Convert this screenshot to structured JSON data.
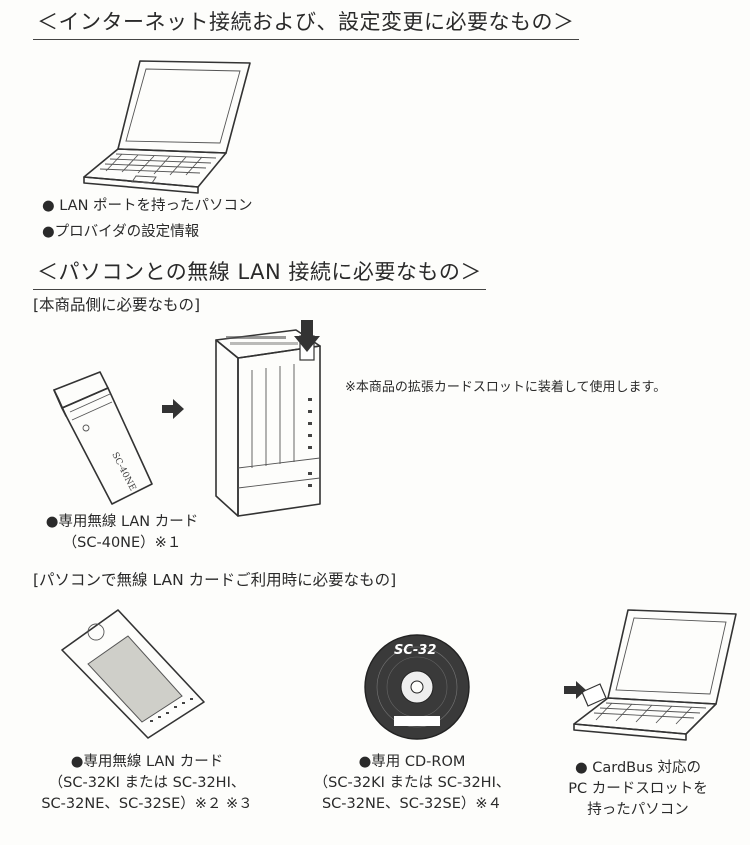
{
  "section1": {
    "heading": "＜インターネット接続および、設定変更に必要なもの＞",
    "items": [
      "● LAN ポートを持ったパソコン",
      "●プロバイダの設定情報"
    ]
  },
  "section2": {
    "heading": "＜パソコンとの無線 LAN 接続に必要なもの＞",
    "product_side": {
      "label": "[本商品側に必要なもの]",
      "card_caption": [
        "●専用無線 LAN カード",
        "（SC-40NE）※１"
      ],
      "note": "※本商品の拡張カードスロットに装着して使用します。"
    },
    "pc_side": {
      "label": "[パソコンで無線 LAN カードご利用時に必要なもの]",
      "card_caption": [
        "●専用無線 LAN カード",
        "（SC-32KI または SC-32HI、",
        "SC-32NE、SC-32SE）※２ ※３"
      ],
      "cdrom_caption": [
        "●専用 CD-ROM",
        "（SC-32KI または SC-32HI、",
        "SC-32NE、SC-32SE）※４"
      ],
      "pc_caption": [
        "● CardBus 対応の",
        "PC カードスロットを",
        "持ったパソコン"
      ],
      "cd_label_text": "SC-32"
    }
  },
  "icons": [
    "laptop-icon",
    "wireless-card-icon",
    "router-icon",
    "arrow-right-icon",
    "arrow-down-icon",
    "pc-card-icon",
    "cd-rom-icon",
    "laptop-with-card-icon"
  ]
}
